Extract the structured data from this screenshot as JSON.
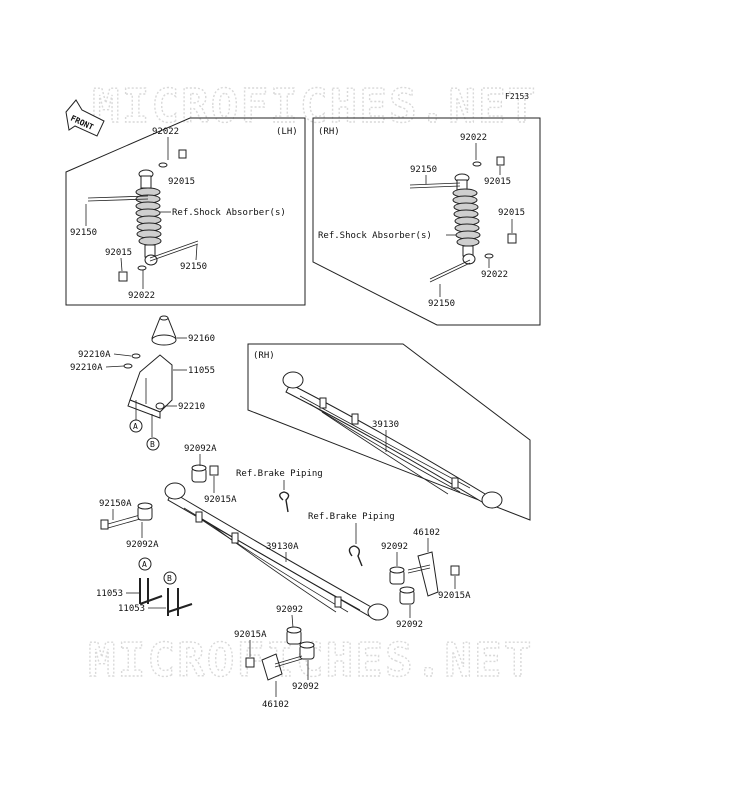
{
  "figure_code": "F2153",
  "front_label": "FRONT",
  "watermark": "MICROFICHES.NET",
  "panels": {
    "lh": "(LH)",
    "rh_shock": "(RH)",
    "rh_spring": "(RH)"
  },
  "refs": {
    "shock_lh": "Ref.Shock Absorber(s)",
    "shock_rh": "Ref.Shock Absorber(s)",
    "brake1": "Ref.Brake Piping",
    "brake2": "Ref.Brake Piping"
  },
  "callouts": {
    "a": "A",
    "b": "B",
    "a2": "A",
    "b2": "B"
  },
  "parts": {
    "p01": "92022",
    "p02": "92015",
    "p03": "92150",
    "p04": "92015",
    "p05": "92150",
    "p06": "92022",
    "p07": "92022",
    "p08": "92150",
    "p09": "92015",
    "p10": "92015",
    "p11": "92022",
    "p12": "92150",
    "p13": "92160",
    "p14": "92210A",
    "p15": "92210A",
    "p16": "11055",
    "p17": "92210",
    "p18": "39130",
    "p19": "92092A",
    "p20": "92015A",
    "p21": "92150A",
    "p22": "92092A",
    "p23": "39130A",
    "p24": "46102",
    "p25": "92092",
    "p26": "92015A",
    "p27": "92092",
    "p28": "11053",
    "p29": "11053",
    "p30": "92092",
    "p31": "92015A",
    "p32": "92092",
    "p33": "46102"
  }
}
